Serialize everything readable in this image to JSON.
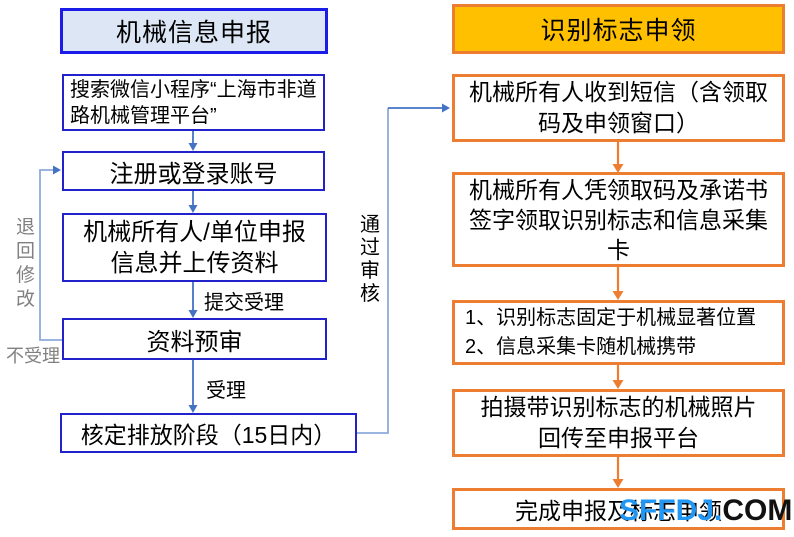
{
  "colors": {
    "blue_box_border": "#2222cc",
    "left_header_fill": "#dce6f4",
    "left_header_border": "#1c1ce8",
    "orange_border": "#ed7d31",
    "orange_header_fill": "#ffc000",
    "arrow_blue": "#4472c4",
    "connector_light_blue": "#8faadc",
    "gray_label": "#808080",
    "watermark_blue": "#2196f3"
  },
  "left": {
    "header": "机械信息申报",
    "steps": [
      "搜索微信小程序“上海市非道\n路机械管理平台”",
      "注册或登录账号",
      "机械所有人/单位申报\n信息并上传资料",
      "资料预审",
      "核定排放阶段（15日内）"
    ],
    "labels": {
      "submit": "提交受理",
      "accepted": "受理",
      "pass_review": "通过审核",
      "return_modify": "退回修改",
      "not_accepted": "不受理"
    }
  },
  "right": {
    "header": "识别标志申领",
    "steps": [
      "机械所有人收到短信（含领取\n码及申领窗口）",
      "机械所有人凭领取码及承诺书\n签字领取识别标志和信息采集\n卡",
      "1、识别标志固定于机械显著位置\n2、信息采集卡随机械携带",
      "拍摄带识别标志的机械照片\n回传至申报平台",
      "完成申报及标志申领"
    ]
  },
  "watermark": {
    "primary": "SFFDJ.",
    "secondary": "COM"
  }
}
